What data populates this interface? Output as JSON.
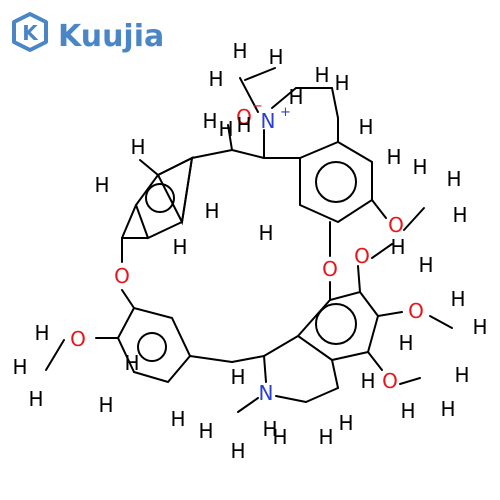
{
  "logo": {
    "text": "Kuujia",
    "color": "#4a86c5"
  },
  "colors": {
    "bond": "#000000",
    "hydrogen": "#000000",
    "oxygen": "#e8161b",
    "nitrogen": "#2a3fd6"
  },
  "hydrogen_label": "H",
  "oxygen_label": "O",
  "nitrogen_label": "N",
  "charges": {
    "plus": "+",
    "minus": "−"
  }
}
